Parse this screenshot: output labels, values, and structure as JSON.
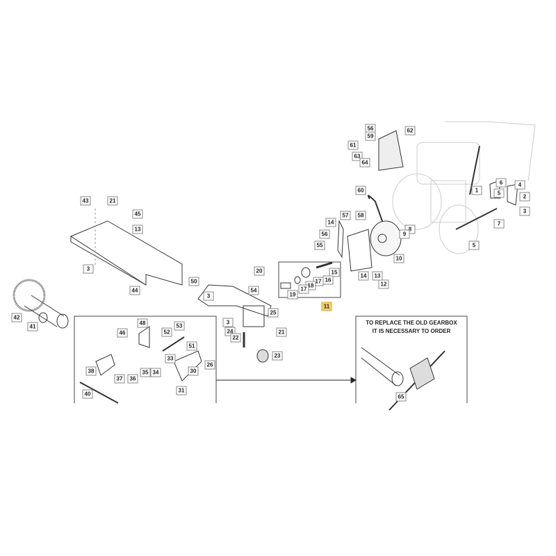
{
  "diagram": {
    "note_line1": "TO REPLACE THE OLD GEARBOX",
    "note_line2": "IT IS NECESSARY TO ORDER",
    "highlight_color": "#f6cf6a",
    "highlighted_callout": "11",
    "callouts": [
      "56",
      "59",
      "62",
      "61",
      "63",
      "64",
      "1",
      "6",
      "4",
      "5",
      "2",
      "3",
      "7",
      "5",
      "60",
      "57",
      "58",
      "8",
      "9",
      "10",
      "14",
      "56",
      "55",
      "14",
      "13",
      "12",
      "43",
      "21",
      "45",
      "13",
      "3",
      "44",
      "20",
      "15",
      "17",
      "16",
      "18",
      "17",
      "19",
      "11",
      "50",
      "54",
      "3",
      "25",
      "3",
      "24",
      "22",
      "21",
      "23",
      "42",
      "41",
      "48",
      "46",
      "52",
      "53",
      "51",
      "33",
      "26",
      "38",
      "37",
      "36",
      "35",
      "34",
      "30",
      "31",
      "40",
      "65"
    ]
  }
}
